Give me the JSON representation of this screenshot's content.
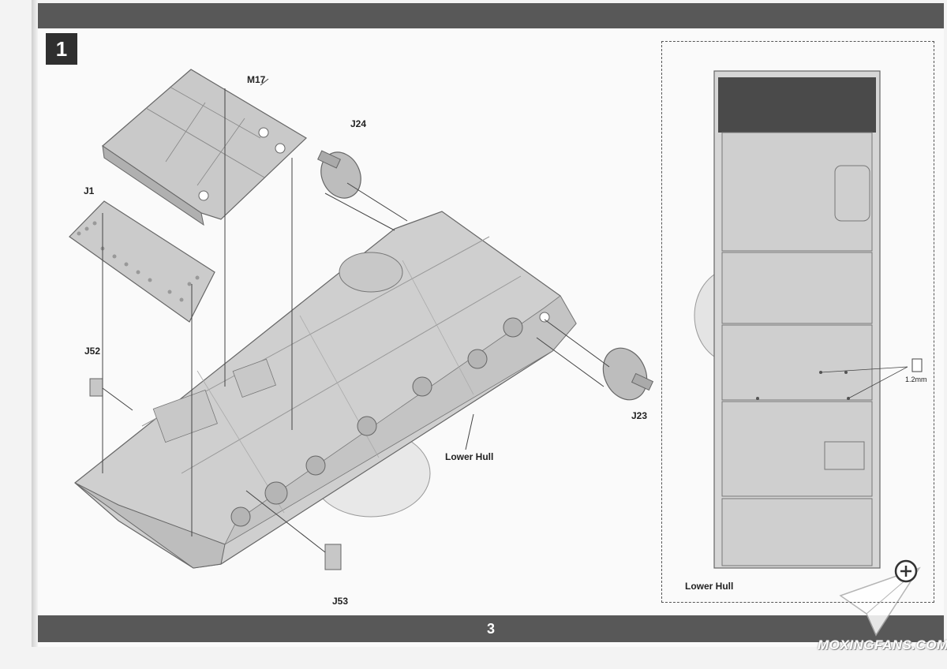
{
  "step": {
    "number": "1"
  },
  "parts": {
    "m17": "M17",
    "j24": "J24",
    "j1": "J1",
    "j52": "J52",
    "j23": "J23",
    "j53": "J53",
    "lower_hull": "Lower Hull"
  },
  "detail": {
    "title": "Lower Hull",
    "drill_size": "1.2mm"
  },
  "footer": {
    "page_number": "3"
  },
  "watermark": {
    "text": "MOXINGFANS.COM"
  }
}
